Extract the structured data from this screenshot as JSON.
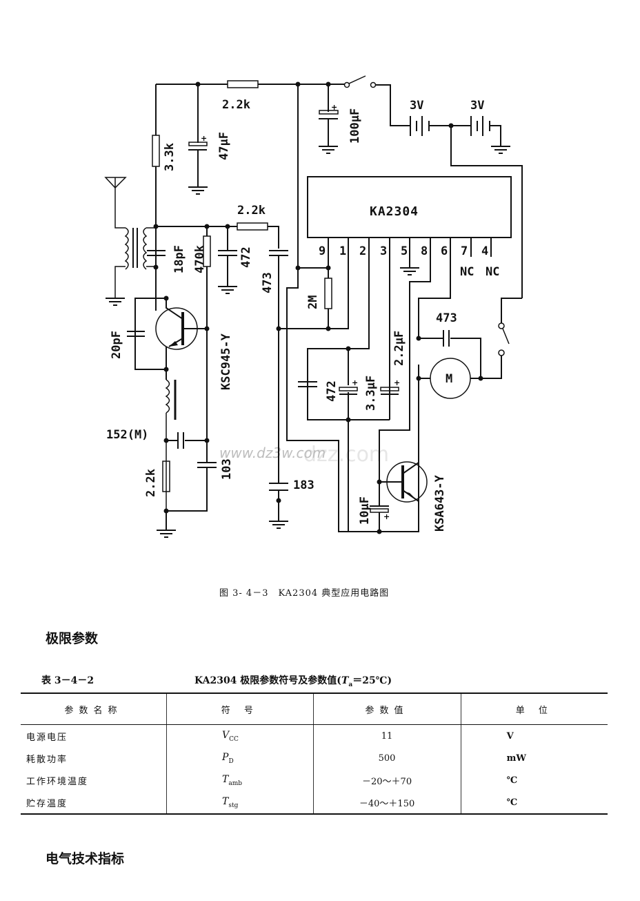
{
  "circuit": {
    "chip": {
      "name": "KA2304",
      "pins": [
        "9",
        "1",
        "2",
        "3",
        "5",
        "8",
        "6",
        "7",
        "4"
      ],
      "nc_labels": [
        "NC",
        "NC"
      ]
    },
    "components": {
      "r_top": "2.2k",
      "r_bias": "3.3k",
      "c_filter": "47μF",
      "c_supply": "100μF",
      "battery1": "3V",
      "battery2": "3V",
      "r_mid": "2.2k",
      "c_tank": "18pF",
      "r_base": "470k",
      "c_472_top": "472",
      "c_473_left": "473",
      "r_2m": "2M",
      "c_feedback": "20pF",
      "transistor1": "KSC945-Y",
      "inductor": "152(M)",
      "r_emitter": "2.2k",
      "c_103": "103",
      "c_183": "183",
      "c_472_mid": "472",
      "c_3_3": "3.3μF",
      "c_2_2": "2.2μF",
      "c_motor": "473",
      "motor": "M",
      "c_10": "10μF",
      "transistor2": "KSA643-Y"
    },
    "watermark": "www.dz3w.com",
    "watermark2": "dzz.com"
  },
  "caption": "图 3- 4－3　KA2304 典型应用电路图",
  "section1_title": "极限参数",
  "table": {
    "number": "表 3－4－2",
    "title_prefix": "KA2304 极限参数符号及参数值(",
    "title_sym": "T",
    "title_sub": "a",
    "title_suffix": "＝25℃)",
    "headers": [
      "参数名称",
      "符 号",
      "参数值",
      "单 位"
    ],
    "rows": [
      {
        "name": "电源电压",
        "sym": "V",
        "sub": "CC",
        "value": "11",
        "unit": "V"
      },
      {
        "name": "耗散功率",
        "sym": "P",
        "sub": "D",
        "value": "500",
        "unit": "mW"
      },
      {
        "name": "工作环境温度",
        "sym": "T",
        "sub": "amb",
        "value": "－20～＋70",
        "unit": "℃"
      },
      {
        "name": "贮存温度",
        "sym": "T",
        "sub": "stg",
        "value": "－40～＋150",
        "unit": "℃"
      }
    ]
  },
  "section2_title": "电气技术指标"
}
